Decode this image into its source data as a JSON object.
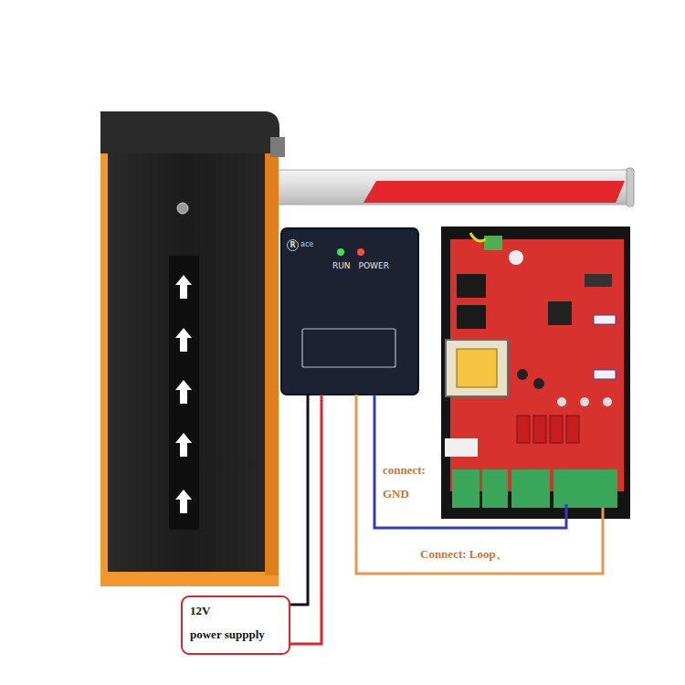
{
  "diagram": {
    "nodes": [
      {
        "text": [
          "RUN",
          "POWER"
        ]
      },
      {
        "text": [
          "12V",
          "power suppply"
        ]
      }
    ],
    "edges": [
      {
        "from": 0,
        "to": 1,
        "arrow": "none"
      },
      {
        "from": 0,
        "to": 1,
        "arrow": "none"
      }
    ],
    "labels": [
      "R",
      "ace",
      "connect: GND",
      "Connect: Loop、"
    ]
  }
}
